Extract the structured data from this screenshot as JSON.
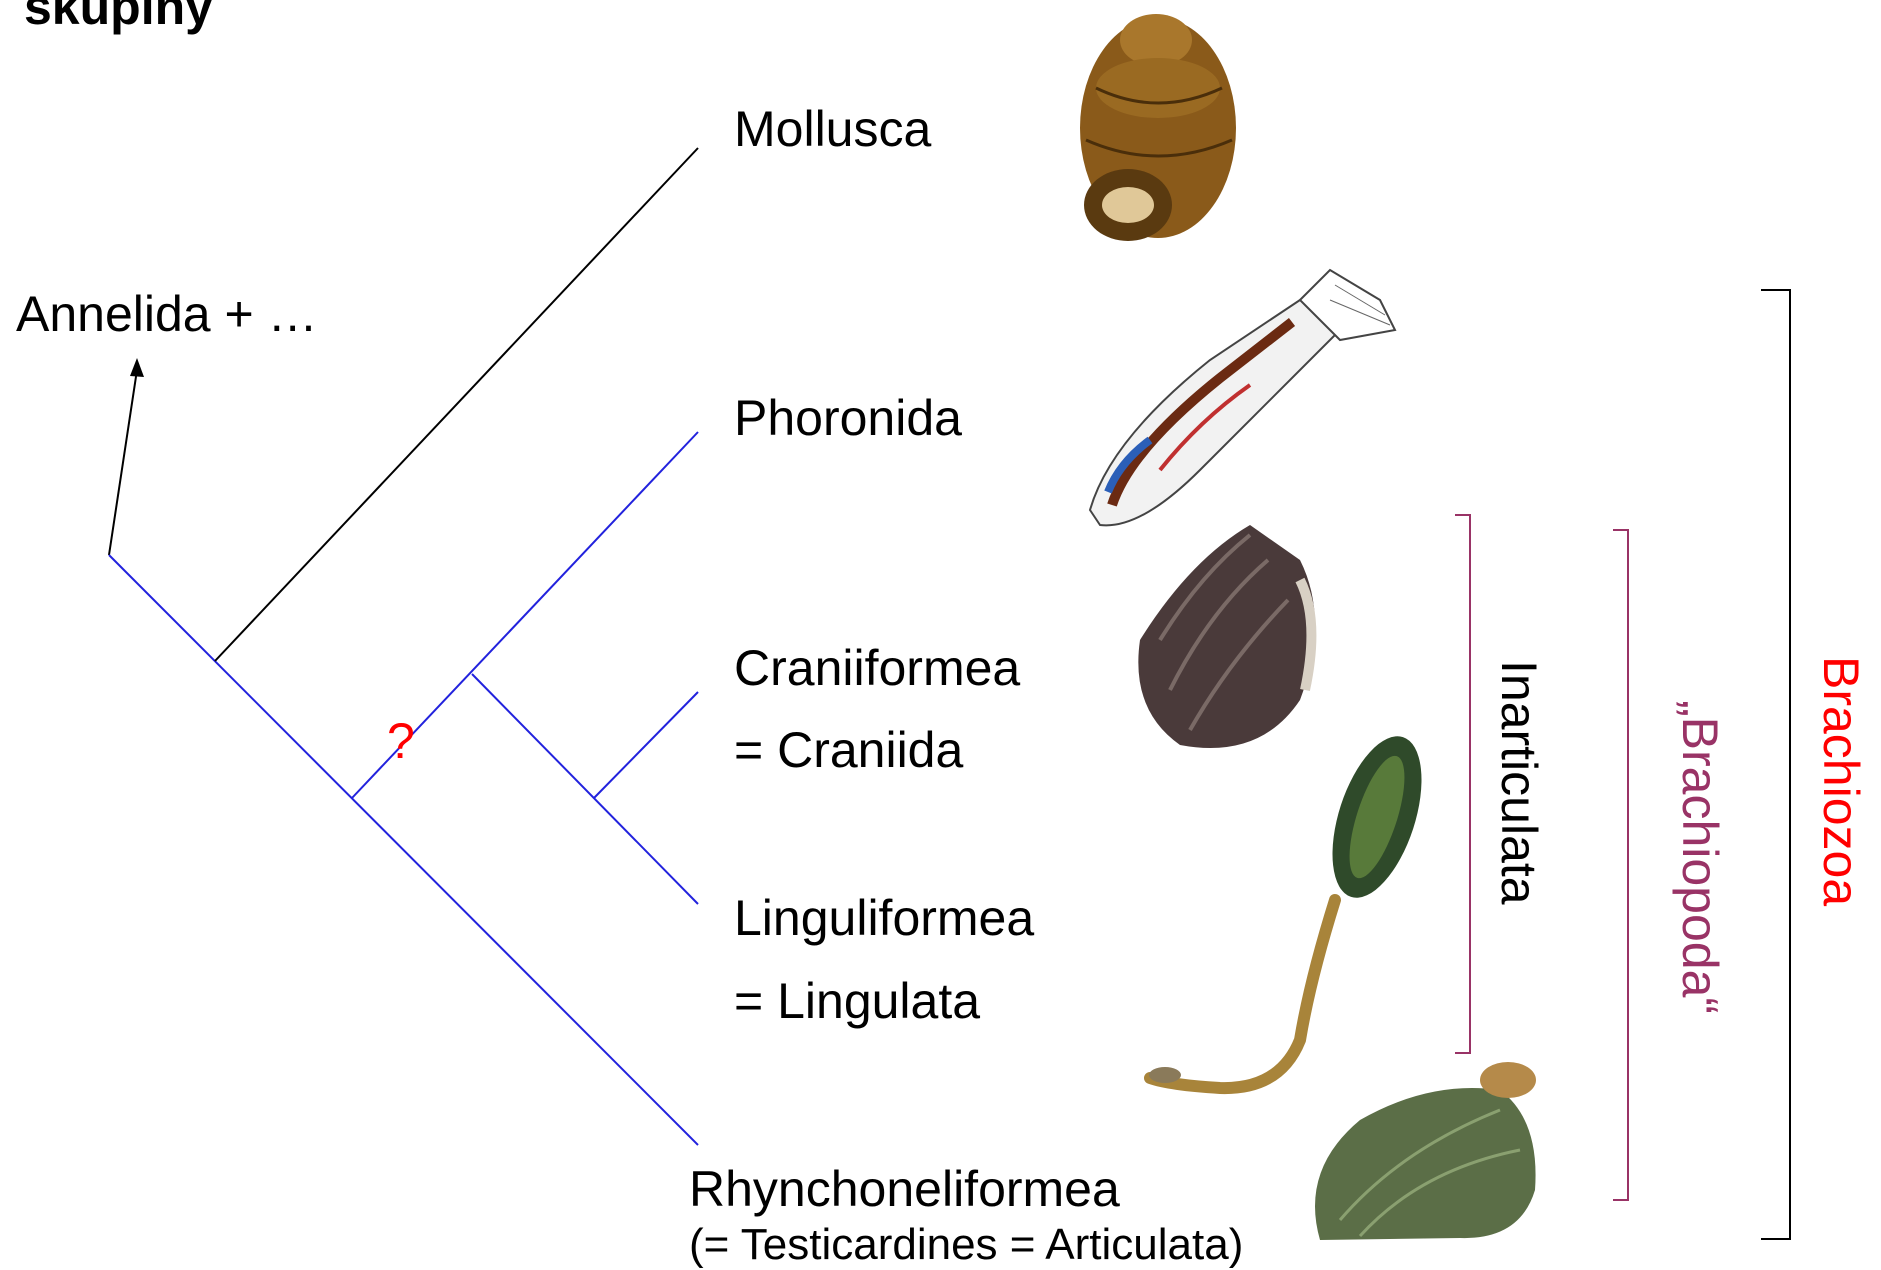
{
  "title": "skupiny",
  "outgroup": "Annelida + …",
  "taxa": {
    "mollusca": "Mollusca",
    "phoronida": "Phoronida",
    "craniiformea": "Craniiformea",
    "craniida": "= Craniida",
    "linguliformea": "Linguliformea",
    "lingulata": "= Lingulata",
    "rhynchoneliformea": "Rhynchoneliformea",
    "rhynchoneliformea_syn": "(= Testicardines = Articulata)"
  },
  "uncertain_mark": "?",
  "groups": {
    "inarticulata": "Inarticulata",
    "brachiopoda": "„Brachiopoda“",
    "brachiozoa": "Brachiozoa"
  },
  "colors": {
    "tree_black": "#000000",
    "tree_blue": "#2222dd",
    "uncertain": "#ff0000",
    "brachiozoa": "#ff0000",
    "brachiopoda": "#993366",
    "bracket_inarticulata": "#993366",
    "bracket_brachiopoda": "#993366",
    "bracket_brachiozoa": "#000000"
  },
  "images": [
    {
      "icon": "snail-shell-icon",
      "depicts": "Mollusca"
    },
    {
      "icon": "phoronid-drawing-icon",
      "depicts": "Phoronida"
    },
    {
      "icon": "crania-shell-icon",
      "depicts": "Craniiformea"
    },
    {
      "icon": "lingula-icon",
      "depicts": "Linguliformea"
    },
    {
      "icon": "rhynchonellid-shell-icon",
      "depicts": "Rhynchoneliformea"
    }
  ]
}
